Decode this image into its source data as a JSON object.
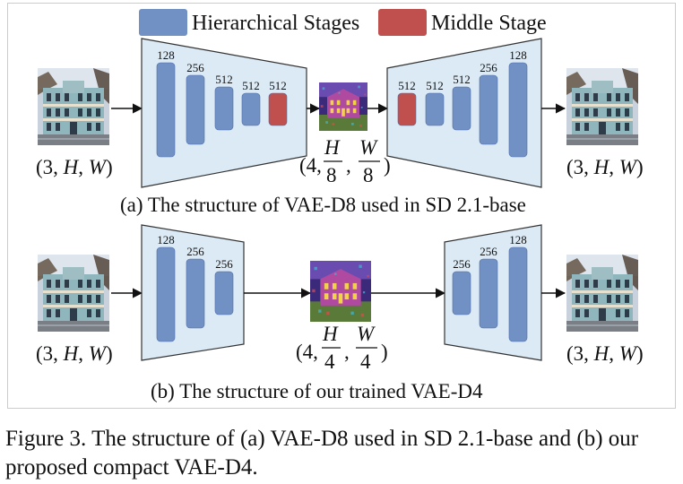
{
  "legend": [
    {
      "label": "Hierarchical Stages",
      "color": "#7191c4"
    },
    {
      "label": "Middle Stage",
      "color": "#bf504d"
    }
  ],
  "diagram_a": {
    "input_label": "(3, H, W)",
    "output_label": "(3, H, W)",
    "latent_label": "(4, H/8, W/8)",
    "encoder_channels": [
      "128",
      "256",
      "512",
      "512",
      "512"
    ],
    "decoder_channels": [
      "512",
      "512",
      "512",
      "256",
      "128"
    ],
    "caption": "(a) The structure of VAE-D8 used in SD 2.1-base"
  },
  "diagram_b": {
    "input_label": "(3, H, W)",
    "output_label": "(3, H, W)",
    "latent_label": "(4, H/4, W/4)",
    "encoder_channels": [
      "128",
      "256",
      "256"
    ],
    "decoder_channels": [
      "256",
      "256",
      "128"
    ],
    "caption": "(b) The structure of our trained VAE-D4"
  },
  "figure_caption": "Figure 3.  The structure of (a) VAE-D8 used in SD 2.1-base and (b) our proposed compact VAE-D4.",
  "colors": {
    "trapezoid_fill": "#dbeaf5",
    "trapezoid_stroke": "#333333",
    "frame": "#cccccc"
  }
}
